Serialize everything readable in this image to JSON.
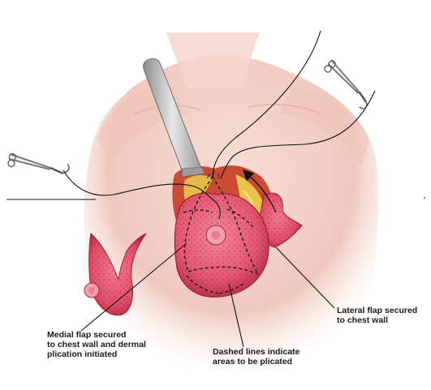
{
  "figure": {
    "captions": {
      "medial": [
        "Medial flap secured",
        "to chest wall and dermal",
        "plication initiated"
      ],
      "lateral": [
        "Lateral flap secured",
        "to chest wall"
      ],
      "dashed": [
        "Dashed lines indicate",
        "areas to be plicated"
      ]
    },
    "colors": {
      "skin": "#f2cfc4",
      "skin_shadow": "#e3a99a",
      "flap_pink": "#e8566e",
      "flap_dark": "#b8283f",
      "wound_yellow": "#e8c24a",
      "wound_red": "#c0392b",
      "instrument": "#b9b9b9",
      "line": "#111111"
    },
    "icons": [
      "retractor-icon",
      "hemostat-clamp-icon",
      "hemostat-clamp-icon"
    ]
  }
}
